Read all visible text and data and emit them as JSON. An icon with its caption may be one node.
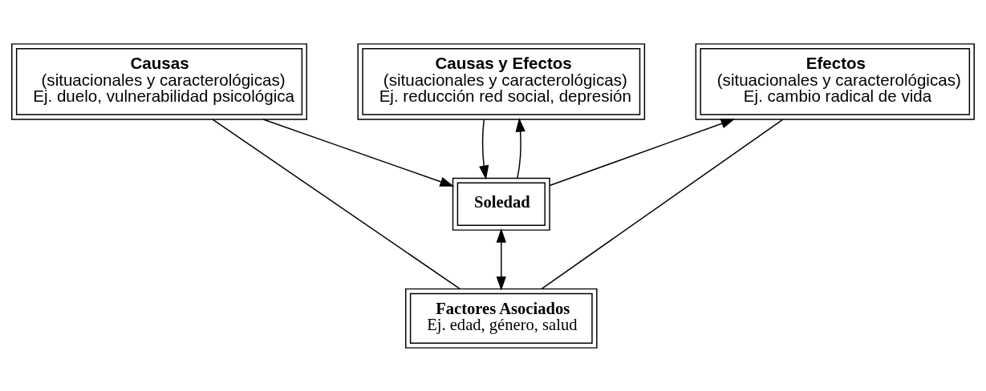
{
  "diagram": {
    "nodes": [
      {
        "text": [
          "Causas",
          "(situacionales y caracterológicas)",
          "Ej. duelo, vulnerabilidad psicológica"
        ]
      },
      {
        "text": [
          "Causas y Efectos",
          "(situacionales y caracterológicas)",
          "Ej. reducción red social, depresión"
        ]
      },
      {
        "text": [
          "Efectos",
          "(situacionales y caracterológicas)",
          "Ej. cambio radical de vida"
        ]
      },
      {
        "text": [
          "Soledad"
        ]
      },
      {
        "text": [
          "Factores Asociados",
          "Ej. edad, género, salud"
        ]
      }
    ],
    "edges": [
      {
        "from": 0,
        "to": 3,
        "arrow": "to"
      },
      {
        "from": 1,
        "to": 3,
        "arrow": "to"
      },
      {
        "from": 3,
        "to": 1,
        "arrow": "to"
      },
      {
        "from": 3,
        "to": 2,
        "arrow": "to"
      },
      {
        "from": 3,
        "to": 4,
        "arrow": "both"
      },
      {
        "from": 0,
        "to": 4,
        "arrow": "none"
      },
      {
        "from": 2,
        "to": 4,
        "arrow": "none"
      }
    ]
  }
}
